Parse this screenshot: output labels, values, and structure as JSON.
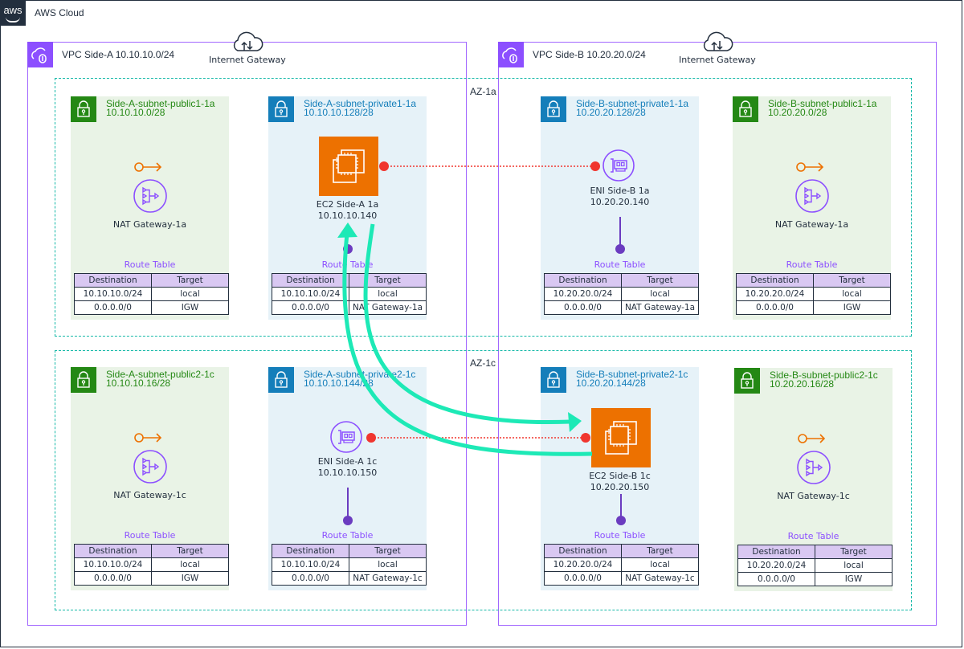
{
  "cloud": {
    "title": "AWS Cloud",
    "logo": "aws"
  },
  "vpcs": [
    {
      "title": "VPC Side-A 10.10.10.0/24",
      "igw_label": "Internet Gateway"
    },
    {
      "title": "VPC Side-B 10.20.20.0/24",
      "igw_label": "Internet Gateway"
    }
  ],
  "azs": [
    {
      "label": "AZ-1a"
    },
    {
      "label": "AZ-1c"
    }
  ],
  "subnets": {
    "a_pub1": {
      "name": "Side-A-subnet-public1-1a",
      "cidr": "10.10.10.0/28",
      "node": "NAT Gateway-1a",
      "rt_label": "Route Table",
      "routes": [
        [
          "10.10.10.0/24",
          "local"
        ],
        [
          "0.0.0.0/0",
          "IGW"
        ]
      ]
    },
    "a_priv1": {
      "name": "Side-A-subnet-private1-1a",
      "cidr": "10.10.10.128/28",
      "node": "EC2 Side-A 1a",
      "ip": "10.10.10.140",
      "rt_label": "Route Table",
      "routes": [
        [
          "10.10.10.0/24",
          "local"
        ],
        [
          "0.0.0.0/0",
          "NAT Gateway-1a"
        ]
      ]
    },
    "b_priv1": {
      "name": "Side-B-subnet-private1-1a",
      "cidr": "10.20.20.128/28",
      "node": "ENI Side-B 1a",
      "ip": "10.20.20.140",
      "rt_label": "Route Table",
      "routes": [
        [
          "10.20.20.0/24",
          "local"
        ],
        [
          "0.0.0.0/0",
          "NAT Gateway-1a"
        ]
      ]
    },
    "b_pub1": {
      "name": "Side-B-subnet-public1-1a",
      "cidr": "10.20.20.0/28",
      "node": "NAT Gateway-1a",
      "rt_label": "Route Table",
      "routes": [
        [
          "10.20.20.0/24",
          "local"
        ],
        [
          "0.0.0.0/0",
          "IGW"
        ]
      ]
    },
    "a_pub2": {
      "name": "Side-A-subnet-public2-1c",
      "cidr": "10.10.10.16/28",
      "node": "NAT Gateway-1c",
      "rt_label": "Route Table",
      "routes": [
        [
          "10.10.10.0/24",
          "local"
        ],
        [
          "0.0.0.0/0",
          "IGW"
        ]
      ]
    },
    "a_priv2": {
      "name": "Side-A-subnet-private2-1c",
      "cidr": "10.10.10.144/28",
      "node": "ENI Side-A 1c",
      "ip": "10.10.10.150",
      "rt_label": "Route Table",
      "routes": [
        [
          "10.10.10.0/24",
          "local"
        ],
        [
          "0.0.0.0/0",
          "NAT Gateway-1c"
        ]
      ]
    },
    "b_priv2": {
      "name": "Side-B-subnet-private2-1c",
      "cidr": "10.20.20.144/28",
      "node": "EC2 Side-B 1c",
      "ip": "10.20.20.150",
      "rt_label": "Route Table",
      "routes": [
        [
          "10.20.20.0/24",
          "local"
        ],
        [
          "0.0.0.0/0",
          "NAT Gateway-1c"
        ]
      ]
    },
    "b_pub2": {
      "name": "Side-B-subnet-public2-1c",
      "cidr": "10.20.20.16/28",
      "node": "NAT Gateway-1c",
      "rt_label": "Route Table",
      "routes": [
        [
          "10.20.20.0/24",
          "local"
        ],
        [
          "0.0.0.0/0",
          "IGW"
        ]
      ]
    }
  },
  "table_headers": {
    "destination": "Destination",
    "target": "Target"
  },
  "colors": {
    "vpc": "#8c4fff",
    "public": "#248814",
    "private": "#147eba",
    "ec2": "#ed7100",
    "az": "#16b9a8",
    "flow": "#1de9b6",
    "link": "#f0362f"
  }
}
